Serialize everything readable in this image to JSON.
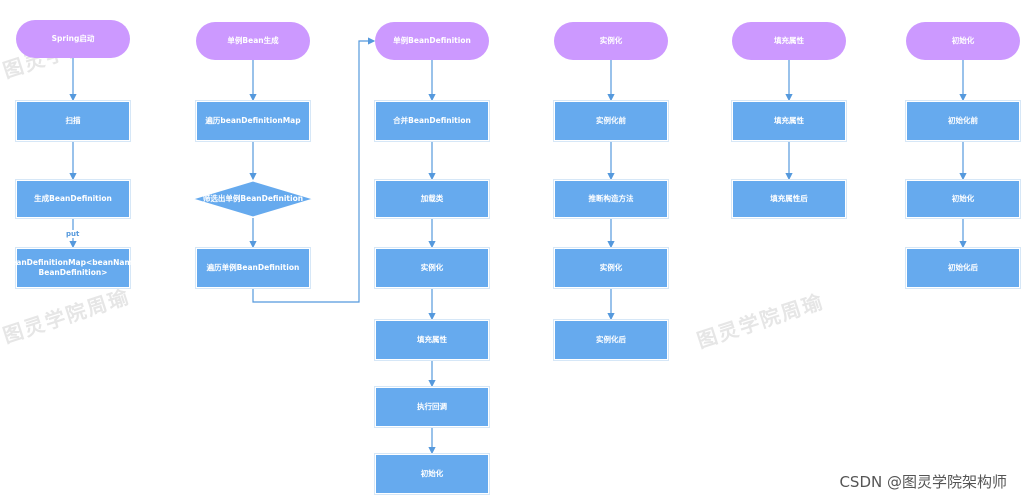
{
  "watermarks": [
    "图灵学院周瑜",
    "图灵学院周瑜",
    "图灵学院周瑜"
  ],
  "colors": {
    "start": "#cc99ff",
    "process": "#66aaee",
    "edge": "#5599dd"
  },
  "columns": [
    {
      "title": "Spring启动",
      "steps": [
        "扫描",
        "生成BeanDefinition",
        "beanDefinitionMap<beanName, BeanDefinition>"
      ],
      "edge_labels": [
        "",
        "put"
      ]
    },
    {
      "title": "单例Bean生成",
      "steps": [
        "遍历beanDefinitionMap",
        "筛选出单例BeanDefinition",
        "遍历单例BeanDefinition"
      ]
    },
    {
      "title": "单例BeanDefinition",
      "steps": [
        "合并BeanDefinition",
        "加载类",
        "实例化",
        "填充属性",
        "执行回调",
        "初始化"
      ]
    },
    {
      "title": "实例化",
      "steps": [
        "实例化前",
        "推断构造方法",
        "实例化",
        "实例化后"
      ]
    },
    {
      "title": "填充属性",
      "steps": [
        "填充属性",
        "填充属性后"
      ]
    },
    {
      "title": "初始化",
      "steps": [
        "初始化前",
        "初始化",
        "初始化后"
      ]
    }
  ],
  "credit": "CSDN @图灵学院架构师"
}
